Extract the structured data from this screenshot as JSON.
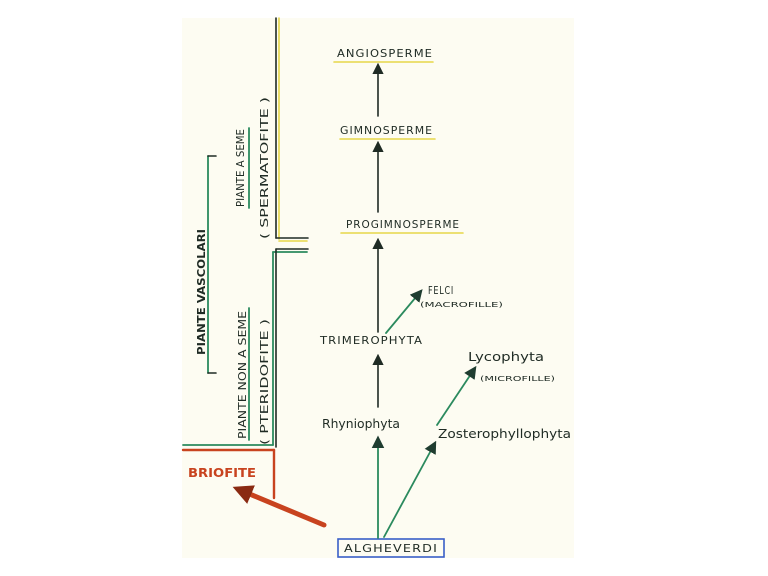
{
  "nodes": {
    "angiosperme": "ANGIOSPERME",
    "gimnosperme": "GIMNOSPERME",
    "progimnosperme": "PROGIMNOSPERME",
    "trimerophyta": "TRIMEROPHYTA",
    "felci": "FELCI",
    "felci_note": "(MACROFILLE)",
    "rhyniophyta": "Rhyniophyta",
    "zosterophyllophyta": "Zosterophyllophyta",
    "lycophyta": "Lycophyta",
    "lycophyta_note": "(MICROFILLE)",
    "alghe_verdi": "ALGHEVERDI",
    "briofite": "BRIOFITE"
  },
  "groups": {
    "piante_vascolari": "PIANTE VASCOLARI",
    "piante_a_seme": "PIANTE A SEME",
    "spermatofite": "( SPERMATOFITE )",
    "piante_non_a_seme": "PIANTE NON A SEME",
    "pteridofite": "( PTERIDOFITE )"
  },
  "colors": {
    "ink": "#1f2b24",
    "green": "#2b8a5e",
    "yellow": "#e6d649",
    "red": "#c8431f",
    "blue": "#3a5fc8",
    "paper": "#fdfcf2"
  }
}
